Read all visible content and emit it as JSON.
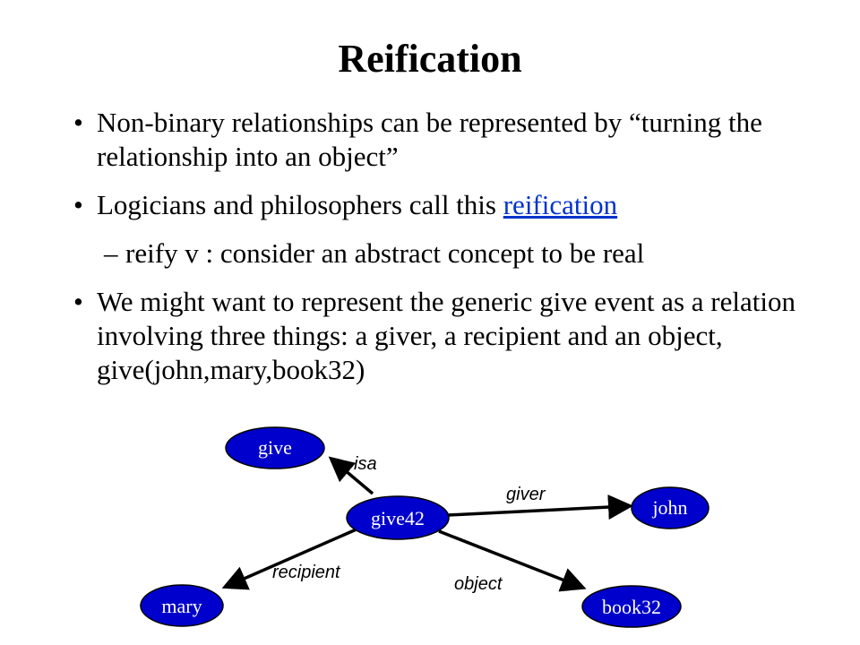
{
  "slide": {
    "title": "Reification",
    "bullets": {
      "b1": "Non-binary relationships can be represented by “turning the relationship into an object”",
      "b2_text": "Logicians and philosophers call this ",
      "b2_link": "reification",
      "sub1": "reify v : consider an abstract concept to be real",
      "b3": "We might want to represent the generic give event as a relation involving three things: a giver, a recipient and an object, give(john,mary,book32)"
    },
    "bullet_char": "•",
    "dash_char": "–"
  },
  "diagram": {
    "nodes": {
      "give": "give",
      "give42": "give42",
      "john": "john",
      "mary": "mary",
      "book32": "book32"
    },
    "edges": {
      "isa": "isa",
      "giver": "giver",
      "recipient": "recipient",
      "object": "object"
    }
  },
  "colors": {
    "node_fill": "#0000cc",
    "link": "#0033cc"
  }
}
